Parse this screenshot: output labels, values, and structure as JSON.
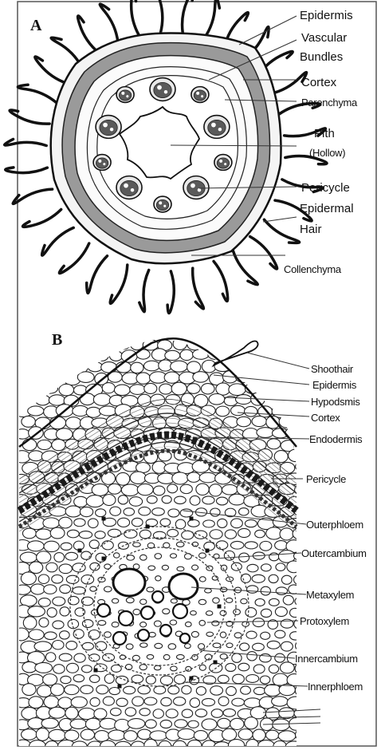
{
  "panel_a": {
    "letter": "A",
    "labels": {
      "epidermis": "Epidermis",
      "vascular_1": "Vascular",
      "vascular_2": "Bundles",
      "cortex": "Cortex",
      "parenchyma": "Parenchyma",
      "pith_1": "Pith",
      "pith_2": "(Hollow)",
      "pericycle": "Pericycle",
      "epidermal_hair_1": "Epidermal",
      "epidermal_hair_2": "Hair",
      "collenchyma": "Collenchyma"
    }
  },
  "panel_b": {
    "letter": "B",
    "labels": {
      "shoothair": "Shoothair",
      "epidermis": "Epidermis",
      "hypodermis": "Hypodsmis",
      "cortex": "Cortex",
      "endodermis": "Endodermis",
      "pericycle": "Pericycle",
      "outerphloem": "Outerphloem",
      "outercambium": "Outercambium",
      "metaxylem": "Metaxylem",
      "protoxylem": "Protoxylem",
      "innercambium": "Innercambium",
      "innerphloem": "Innerphloem"
    }
  }
}
